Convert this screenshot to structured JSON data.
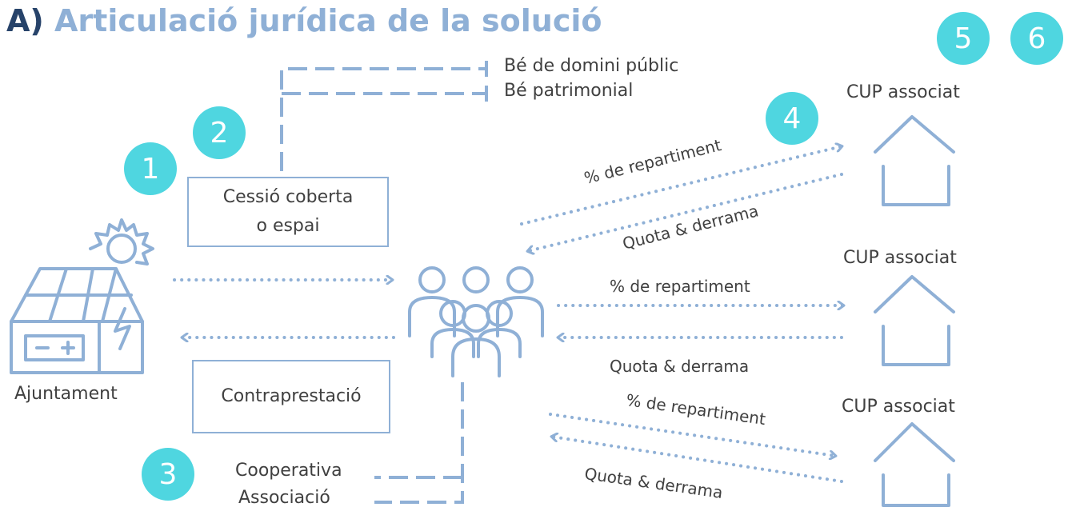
{
  "title": {
    "letter": "A)",
    "text": "Articulació jurídica de la solució"
  },
  "badges": [
    "1",
    "2",
    "3",
    "4",
    "5",
    "6"
  ],
  "asset_types": {
    "public": "Bé de domini públic",
    "patrimonial": "Bé  patrimonial"
  },
  "cession_box": {
    "line1": "Cessió coberta",
    "line2": "o espai"
  },
  "counterpart_box": "Contraprestació",
  "municipality": "Ajuntament",
  "entity_types": {
    "cooperative": "Cooperativa",
    "association": "Associació"
  },
  "cup_label": "CUP associat",
  "flows": {
    "share": "% de repartiment",
    "fee": "Quota & derrama"
  },
  "colors": {
    "accent": "#8fb0d6",
    "badge": "#4fd6e0",
    "title_letter": "#27436a"
  },
  "icons": [
    "solar-house-icon",
    "community-group-icon",
    "house-icon"
  ]
}
